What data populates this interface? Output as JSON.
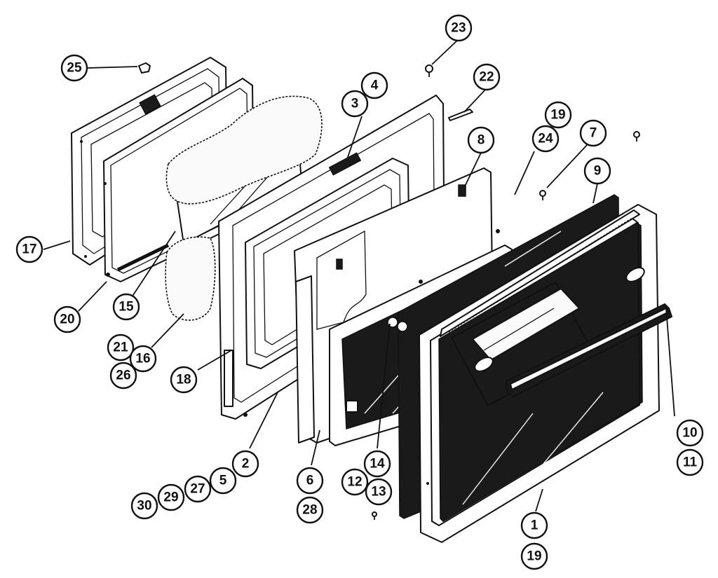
{
  "callouts": [
    {
      "id": "c25",
      "text": "25"
    },
    {
      "id": "c23",
      "text": "23"
    },
    {
      "id": "c22",
      "text": "22"
    },
    {
      "id": "c4",
      "text": "4"
    },
    {
      "id": "c3",
      "text": "3"
    },
    {
      "id": "c19a",
      "text": "19"
    },
    {
      "id": "c24",
      "text": "24"
    },
    {
      "id": "c7",
      "text": "7"
    },
    {
      "id": "c8",
      "text": "8"
    },
    {
      "id": "c9",
      "text": "9"
    },
    {
      "id": "c17",
      "text": "17"
    },
    {
      "id": "c20",
      "text": "20"
    },
    {
      "id": "c15",
      "text": "15"
    },
    {
      "id": "c21",
      "text": "21"
    },
    {
      "id": "c16",
      "text": "16"
    },
    {
      "id": "c26",
      "text": "26"
    },
    {
      "id": "c18",
      "text": "18"
    },
    {
      "id": "c10",
      "text": "10"
    },
    {
      "id": "c11",
      "text": "11"
    },
    {
      "id": "c2",
      "text": "2"
    },
    {
      "id": "c5",
      "text": "5"
    },
    {
      "id": "c27",
      "text": "27"
    },
    {
      "id": "c29",
      "text": "29"
    },
    {
      "id": "c30",
      "text": "30"
    },
    {
      "id": "c6",
      "text": "6"
    },
    {
      "id": "c28",
      "text": "28"
    },
    {
      "id": "c14",
      "text": "14"
    },
    {
      "id": "c12",
      "text": "12"
    },
    {
      "id": "c13",
      "text": "13"
    },
    {
      "id": "c1",
      "text": "1"
    },
    {
      "id": "c19b",
      "text": "19"
    }
  ]
}
